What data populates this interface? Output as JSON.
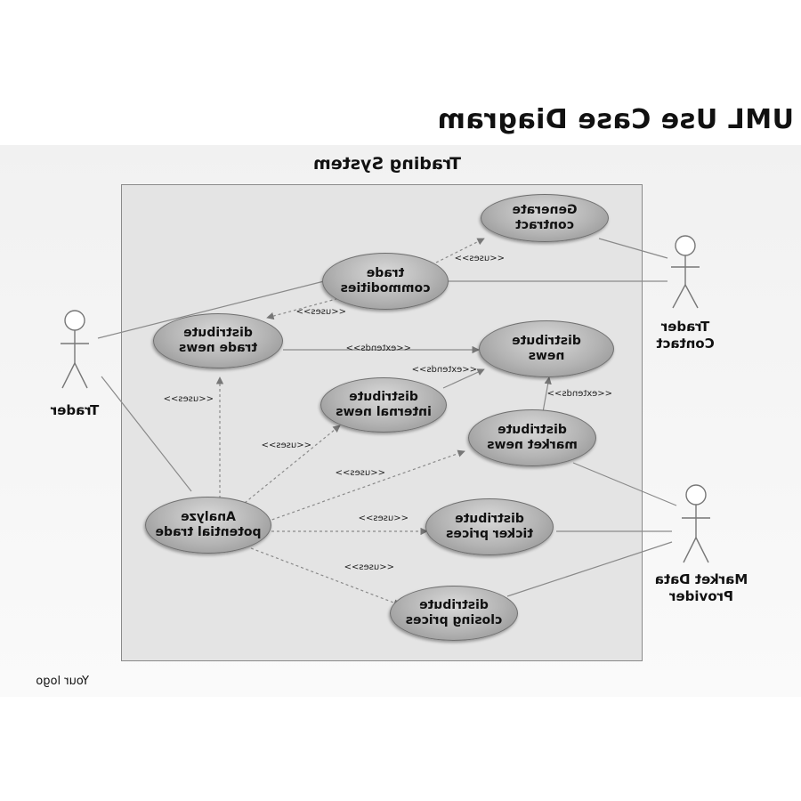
{
  "page_title": "UML Use Case Diagram",
  "system_name": "Trading System",
  "use_cases": {
    "generate_contract": "Generate\ncontract",
    "trade_commodities": "trade\ncommodities",
    "distribute_trade_news": "distribute\ntrade news",
    "distribute_news": "distribute\nnews",
    "distribute_internal_news": "distribute\ninternal news",
    "distribute_market_news": "distribute\nmarket news",
    "analyze_potential_trade": "Analyze\npotential trade",
    "distribute_ticker_prices": "distribute\nticker prices",
    "distribute_closing_prices": "distribute\nclosing prices"
  },
  "relations": {
    "uses_generate_contract": "<<uses>>",
    "uses_trade_news": "<<uses>>",
    "extends_trade_news": "<<extends>>",
    "extends_internal_news": "<<extends>>",
    "extends_market_news": "<<extends>>",
    "uses_analyze_trade_news": "<<uses>>",
    "uses_internal_news": "<<uses>>",
    "uses_market_news": "<<uses>>",
    "uses_ticker_prices": "<<uses>>",
    "uses_closing_prices": "<<uses>>"
  },
  "actors": {
    "trader": "Trader",
    "trader_contact": "Trader\nContact",
    "market_data_provider": "Market Data\nProvider"
  },
  "logo_text": "Your logo",
  "colors": {
    "system_box": "#e4e4e4",
    "usecase_fill": "#b3b3b3",
    "line": "#8a8a8a"
  },
  "mirrored": true
}
